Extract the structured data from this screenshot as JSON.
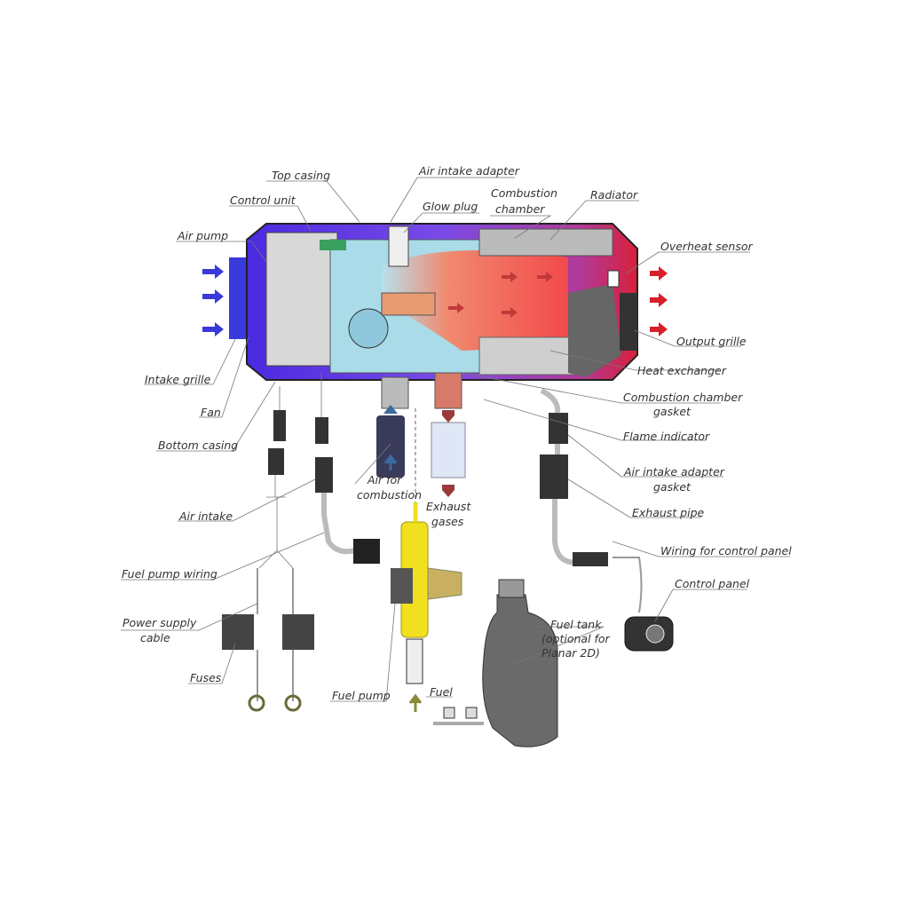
{
  "diagram": {
    "labels": {
      "top_casing": "Top casing",
      "air_intake_adapter": "Air intake adapter",
      "control_unit": "Control unit",
      "glow_plug": "Glow plug",
      "combustion_chamber_1": "Combustion",
      "combustion_chamber_2": "chamber",
      "radiator": "Radiator",
      "air_pump": "Air pump",
      "overheat_sensor": "Overheat sensor",
      "output_grille": "Output grille",
      "heat_exchanger": "Heat exchanger",
      "intake_grille": "Intake grille",
      "fan": "Fan",
      "gasket_1": "Combustion chamber",
      "gasket_2": "gasket",
      "bottom_casing": "Bottom casing",
      "flame_indicator": "Flame indicator",
      "air_for_combustion_1": "Air for",
      "air_for_combustion_2": "combustion",
      "adapter_gasket_1": "Air intake adapter",
      "adapter_gasket_2": "gasket",
      "exhaust_gases_1": "Exhaust",
      "exhaust_gases_2": "gases",
      "exhaust_pipe": "Exhaust pipe",
      "air_intake": "Air intake",
      "wiring_control_panel": "Wiring for control panel",
      "fuel_pump_wiring": "Fuel pump wiring",
      "control_panel": "Control panel",
      "power_supply_1": "Power supply",
      "power_supply_2": "cable",
      "fuel_tank_1": "Fuel tank",
      "fuel_tank_2": "(optional for",
      "fuel_tank_3": "Planar 2D)",
      "fuses": "Fuses",
      "fuel_pump": "Fuel pump",
      "fuel": "Fuel"
    },
    "colors": {
      "cold_air": "#3a3adc",
      "hot_air": "#d8202a",
      "casing_purple": "#6a3ae0",
      "combustion": "#f06050",
      "fuel_pump": "#f0e020",
      "part_grey": "#5a5a5a",
      "fuel_arrow": "#8a8a3a",
      "exhaust_arrow": "#9a3a3a",
      "air_arrow": "#3a6aa0"
    }
  }
}
